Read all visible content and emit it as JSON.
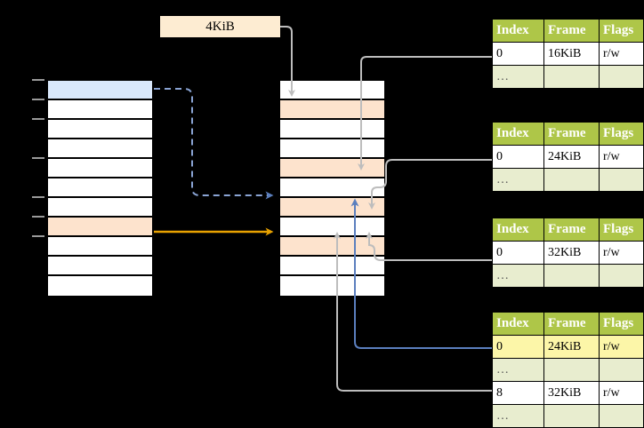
{
  "diagram": {
    "title": "page-table-walk-diagram",
    "size_label": {
      "text": "4KiB"
    },
    "colors": {
      "header": "#aec648",
      "ellipsis_row": "#e8edcf",
      "highlight_yellow": "#fcf6a8",
      "peach": "#fde3cd",
      "blue_row": "#d9e8fb",
      "orange_arrow": "#e8a200",
      "blue_arrow": "#5b7fbe",
      "gray_wire": "#b3b3b3"
    },
    "left_column": {
      "name": "virtual-address-space",
      "rows": [
        {
          "style": "blue"
        },
        {
          "style": "plain"
        },
        {
          "style": "plain"
        },
        {
          "style": "plain"
        },
        {
          "style": "plain"
        },
        {
          "style": "plain"
        },
        {
          "style": "plain"
        },
        {
          "style": "peach"
        },
        {
          "style": "plain"
        },
        {
          "style": "plain"
        },
        {
          "style": "plain"
        }
      ]
    },
    "middle_column": {
      "name": "physical-memory",
      "rows": [
        {
          "style": "plain"
        },
        {
          "style": "peach"
        },
        {
          "style": "plain"
        },
        {
          "style": "plain"
        },
        {
          "style": "peach"
        },
        {
          "style": "plain"
        },
        {
          "style": "peach"
        },
        {
          "style": "plain"
        },
        {
          "style": "peach"
        },
        {
          "style": "plain"
        },
        {
          "style": "plain"
        }
      ]
    },
    "page_tables": [
      {
        "name": "page-table-1",
        "headers": [
          "Index",
          "Frame",
          "Flags"
        ],
        "rows": [
          {
            "cells": [
              "0",
              "16KiB",
              "r/w"
            ],
            "kind": "data",
            "highlight": [
              false,
              false,
              false
            ]
          },
          {
            "cells": [
              "…",
              "",
              ""
            ],
            "kind": "ellipsis",
            "highlight": [
              false,
              false,
              false
            ]
          }
        ]
      },
      {
        "name": "page-table-2",
        "headers": [
          "Index",
          "Frame",
          "Flags"
        ],
        "rows": [
          {
            "cells": [
              "0",
              "24KiB",
              "r/w"
            ],
            "kind": "data",
            "highlight": [
              false,
              false,
              false
            ]
          },
          {
            "cells": [
              "…",
              "",
              ""
            ],
            "kind": "ellipsis",
            "highlight": [
              false,
              false,
              false
            ]
          }
        ]
      },
      {
        "name": "page-table-3",
        "headers": [
          "Index",
          "Frame",
          "Flags"
        ],
        "rows": [
          {
            "cells": [
              "0",
              "32KiB",
              "r/w"
            ],
            "kind": "data",
            "highlight": [
              false,
              false,
              false
            ]
          },
          {
            "cells": [
              "…",
              "",
              ""
            ],
            "kind": "ellipsis",
            "highlight": [
              false,
              false,
              false
            ]
          }
        ]
      },
      {
        "name": "page-table-4",
        "headers": [
          "Index",
          "Frame",
          "Flags"
        ],
        "rows": [
          {
            "cells": [
              "0",
              "24KiB",
              "r/w"
            ],
            "kind": "data",
            "highlight": [
              true,
              true,
              true
            ]
          },
          {
            "cells": [
              "…",
              "",
              ""
            ],
            "kind": "ellipsis",
            "highlight": [
              false,
              false,
              false
            ]
          },
          {
            "cells": [
              "8",
              "32KiB",
              "r/w"
            ],
            "kind": "data",
            "highlight": [
              false,
              false,
              false
            ]
          },
          {
            "cells": [
              "…",
              "",
              ""
            ],
            "kind": "ellipsis",
            "highlight": [
              false,
              false,
              false
            ]
          }
        ]
      }
    ]
  }
}
